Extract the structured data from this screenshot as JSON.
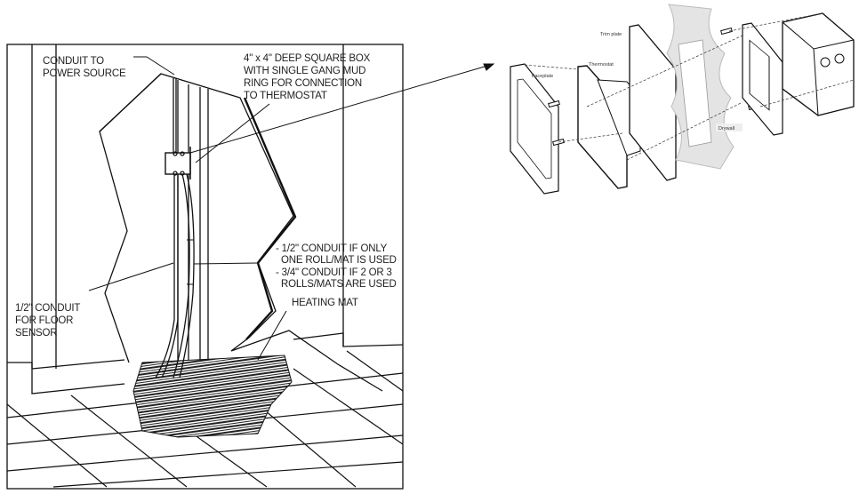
{
  "left_diagram": {
    "labels": {
      "conduit_power": [
        "CONDUIT TO",
        "POWER SOURCE"
      ],
      "square_box": [
        "4\" x 4\" DEEP SQUARE BOX",
        "WITH SINGLE GANG MUD",
        "RING FOR CONNECTION",
        "TO THERMOSTAT"
      ],
      "conduit_options": [
        "- 1/2\" CONDUIT IF ONLY",
        "ONE ROLL/MAT IS USED",
        "- 3/4\" CONDUIT IF 2 OR 3",
        "ROLLS/MATS ARE USED"
      ],
      "heating_mat": "HEATING MAT",
      "floor_sensor": [
        "1/2\" CONDUIT",
        "FOR FLOOR",
        "SENSOR"
      ]
    }
  },
  "right_diagram": {
    "labels": {
      "trim_plate": "Trim plate",
      "thermostat": "Thermostat",
      "faceplate": "Faceplate",
      "drywall": "Drywall"
    }
  }
}
